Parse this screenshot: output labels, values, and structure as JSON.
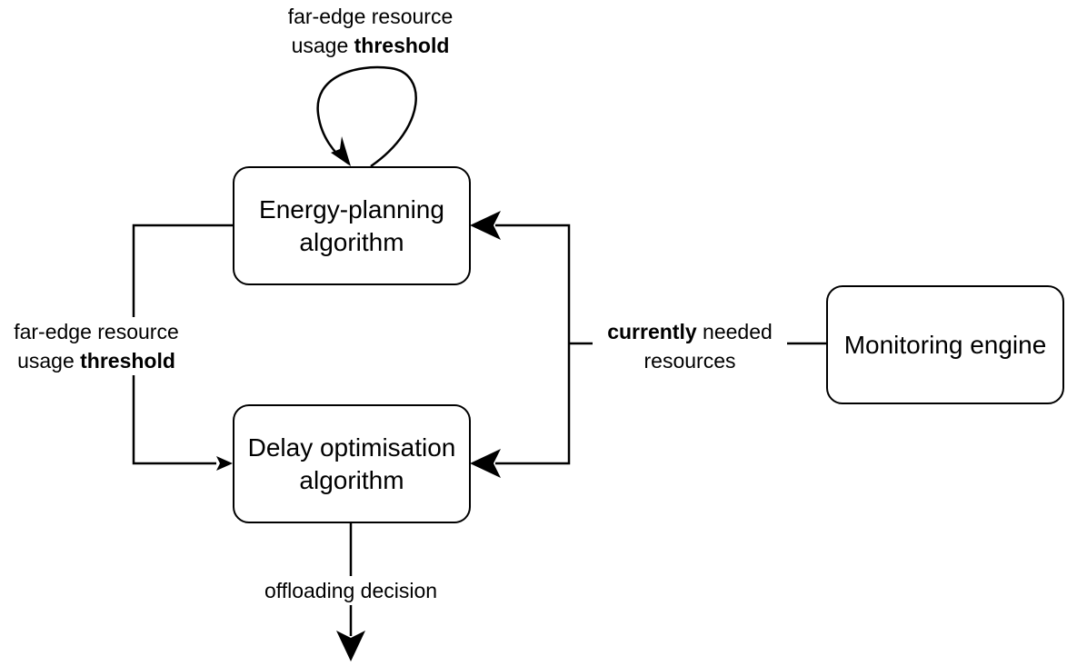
{
  "nodes": {
    "energy_planning": "Energy-planning algorithm",
    "delay_optimisation": "Delay optimisation algorithm",
    "monitoring_engine": "Monitoring engine"
  },
  "labels": {
    "self_loop": {
      "line1": "far-edge resource",
      "line2_plain": "usage ",
      "line2_bold": "threshold"
    },
    "threshold_link": {
      "line1": "far-edge resource",
      "line2_plain": "usage ",
      "line2_bold": "threshold"
    },
    "resources_link": {
      "line1_bold": "currently",
      "line1_plain": " needed",
      "line2": "resources"
    },
    "output": "offloading decision"
  }
}
